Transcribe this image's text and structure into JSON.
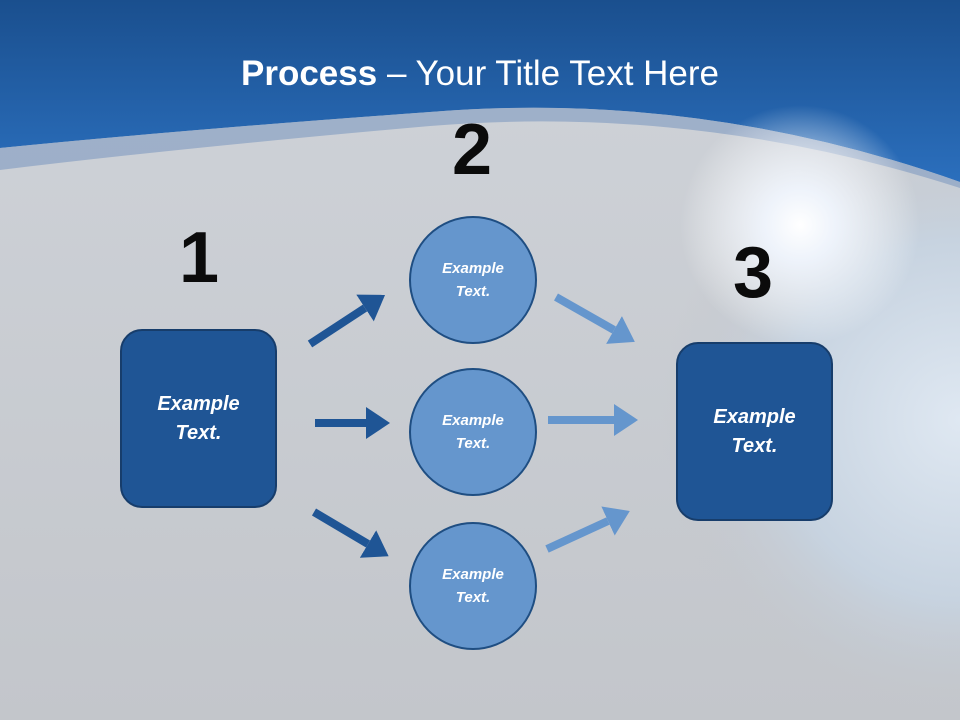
{
  "title": {
    "bold": "Process",
    "rest": " – Your Title Text Here"
  },
  "steps": [
    {
      "number": "1"
    },
    {
      "number": "2"
    },
    {
      "number": "3"
    }
  ],
  "nodes": {
    "start_box": "Example Text.",
    "circle_top": "Example Text.",
    "circle_middle": "Example Text.",
    "circle_bottom": "Example Text.",
    "end_box": "Example Text."
  },
  "colors": {
    "header_blue": "#1f5fa6",
    "slide_gray": "#c6c9ce",
    "box_fill": "#1f5595",
    "circle_fill": "#6596cd",
    "arrow_dark": "#1f5595",
    "arrow_light": "#6596cd"
  }
}
